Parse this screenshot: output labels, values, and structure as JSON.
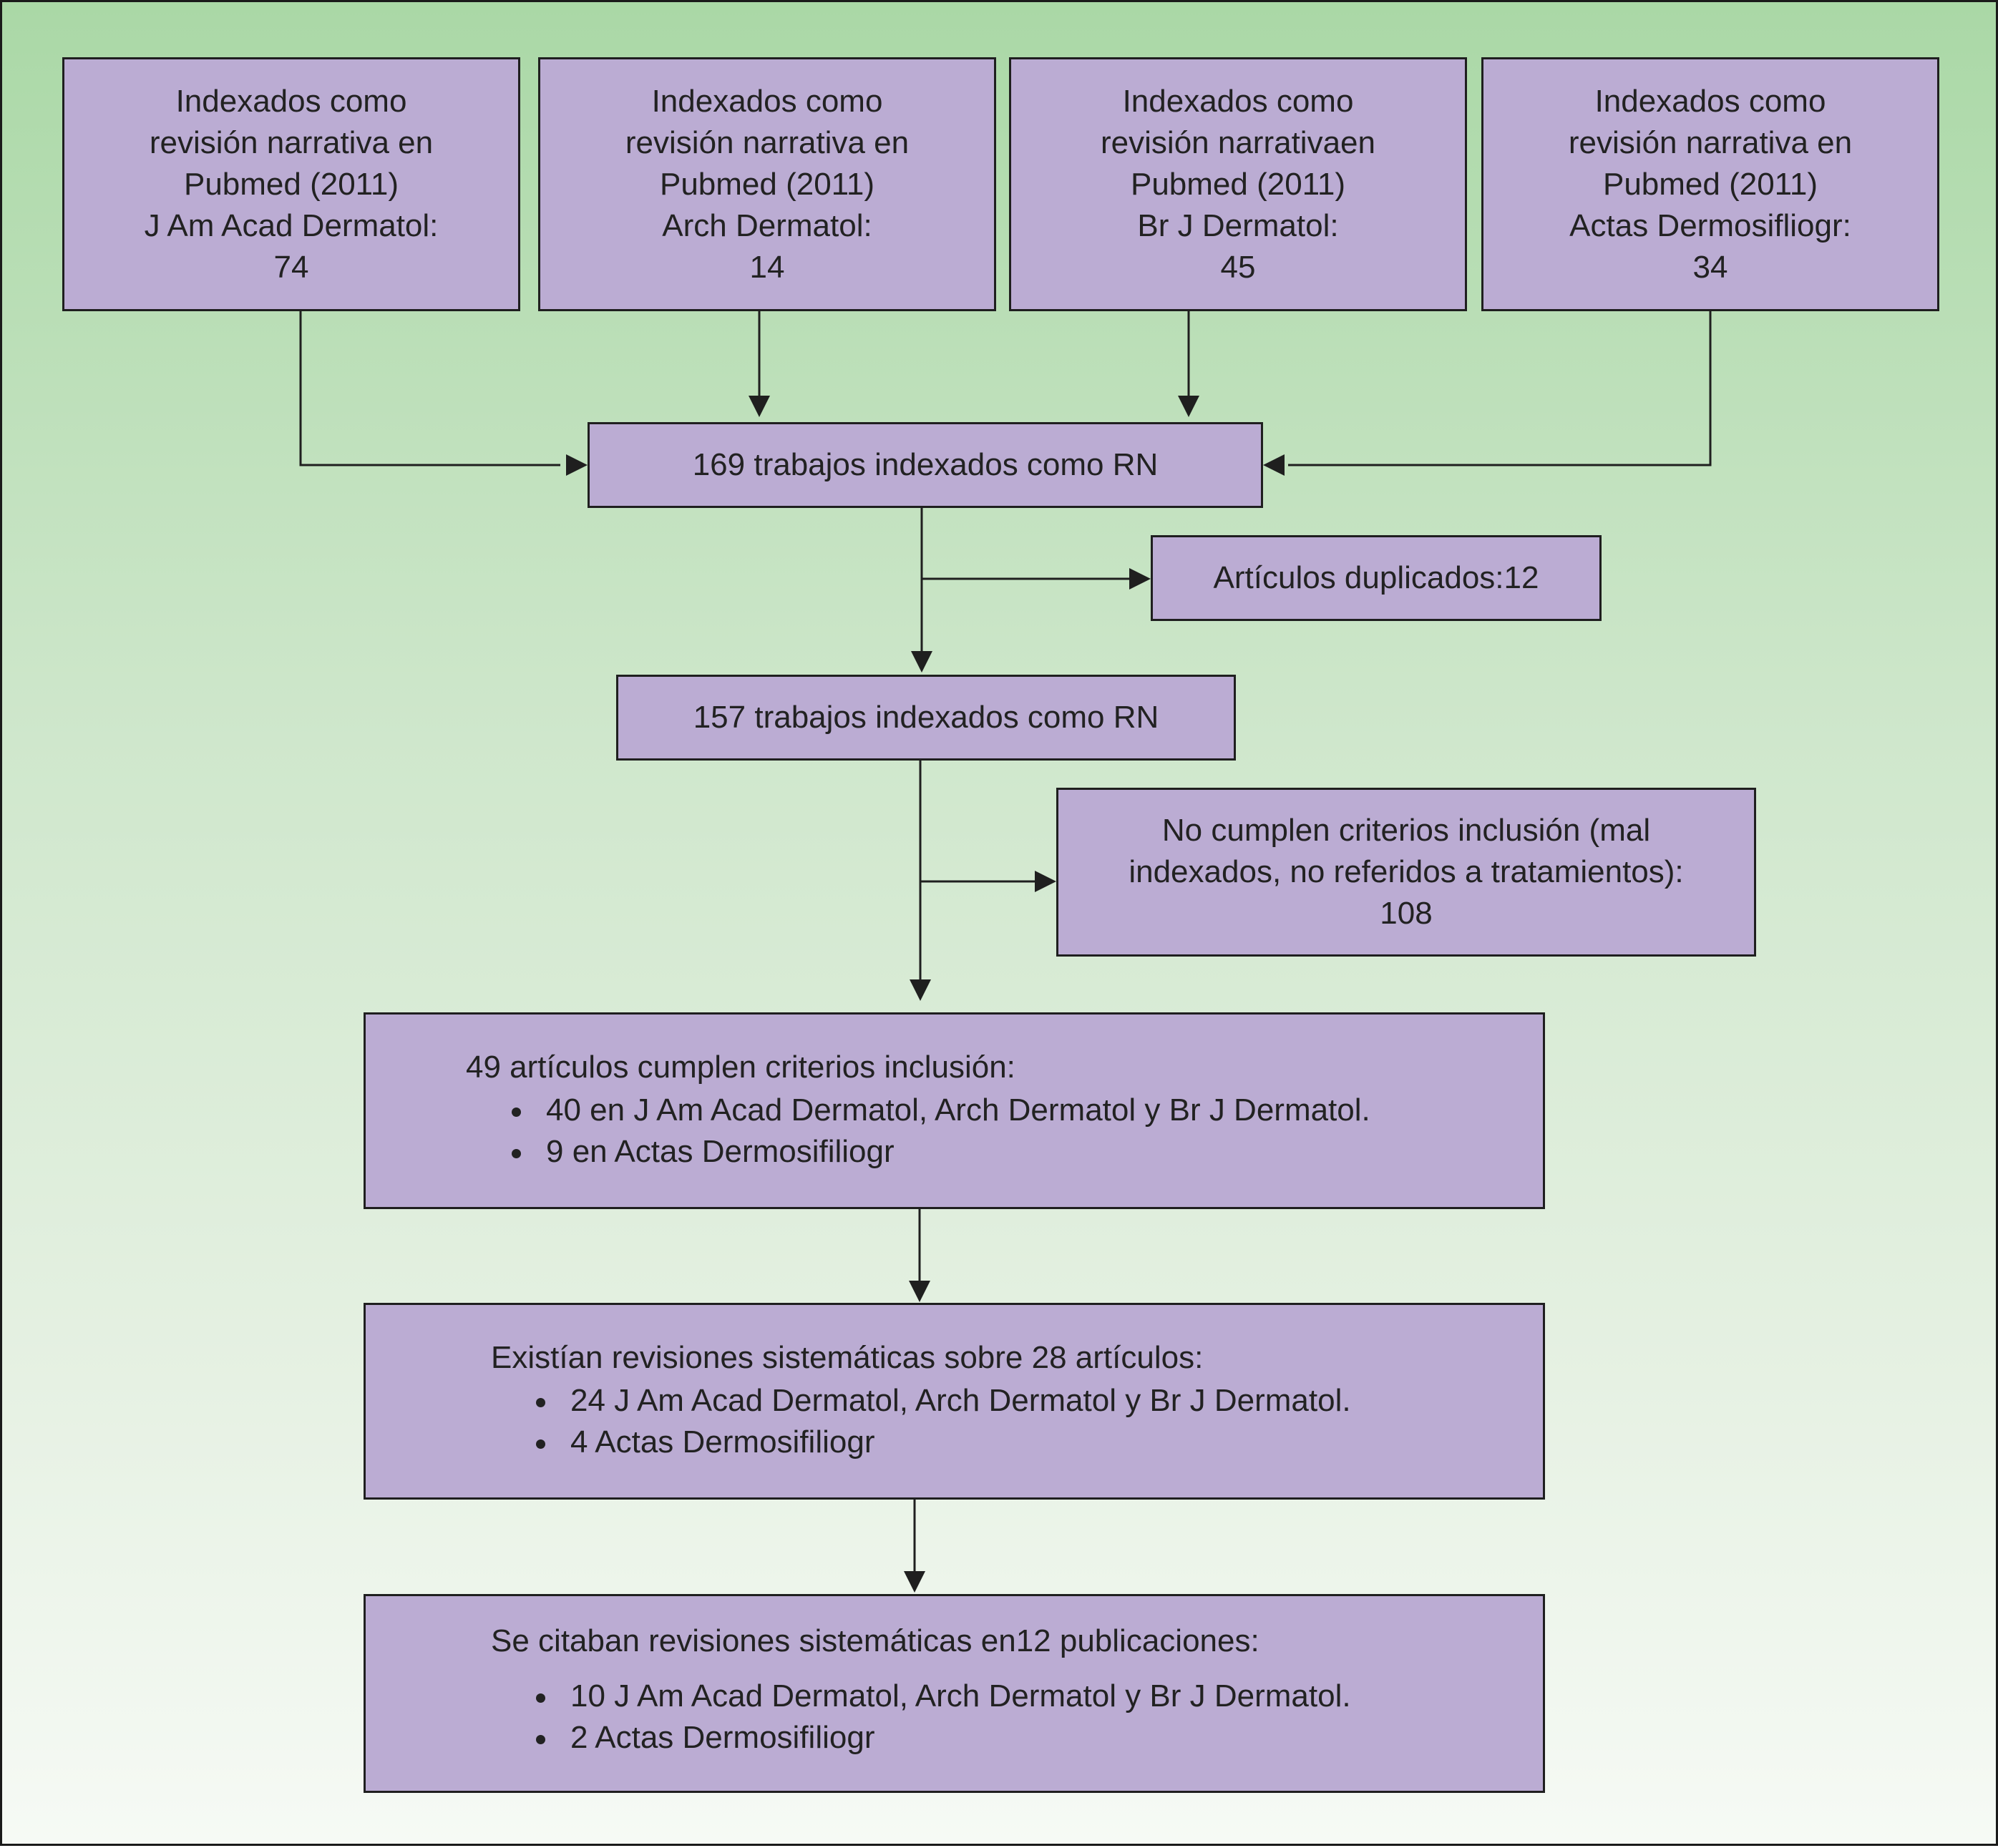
{
  "sources": [
    {
      "lines": [
        "Indexados como",
        "revisión narrativa en",
        "Pubmed (2011)",
        "J Am Acad Dermatol:",
        "74"
      ]
    },
    {
      "lines": [
        "Indexados como",
        "revisión narrativa en",
        "Pubmed (2011)",
        "Arch Dermatol:",
        "14"
      ]
    },
    {
      "lines": [
        "Indexados como",
        "revisión narrativaen",
        "Pubmed (2011)",
        "Br J Dermatol:",
        "45"
      ]
    },
    {
      "lines": [
        "Indexados como",
        "revisión narrativa en",
        "Pubmed (2011)",
        "Actas Dermosifliogr:",
        "34"
      ]
    }
  ],
  "total": {
    "label": "169 trabajos indexados como RN"
  },
  "duplicates": {
    "label": "Artículos duplicados:12"
  },
  "after_duplicates": {
    "label": "157 trabajos indexados como RN"
  },
  "excluded": {
    "lines": [
      "No cumplen criterios inclusión (mal",
      "indexados, no referidos a tratamientos):",
      "108"
    ]
  },
  "included": {
    "heading": "49 artículos cumplen criterios inclusión:",
    "items": [
      "40 en J Am Acad Dermatol, Arch Dermatol y Br J Dermatol.",
      "9 en Actas Dermosifiliogr"
    ]
  },
  "systematic": {
    "heading": "Existían revisiones sistemáticas sobre 28 artículos:",
    "items": [
      "24 J Am Acad Dermatol, Arch Dermatol y Br J Dermatol.",
      "4 Actas Dermosifiliogr"
    ]
  },
  "cited": {
    "heading": "Se citaban revisiones sistemáticas en12 publicaciones:",
    "items": [
      "10 J Am Acad Dermatol, Arch Dermatol y Br J Dermatol.",
      "2 Actas Dermosifiliogr"
    ]
  },
  "colors": {
    "box_fill": "#bbacd3",
    "border": "#1f1f1f",
    "background_top": "#aad8a6",
    "background_bottom": "#f6faf5"
  }
}
